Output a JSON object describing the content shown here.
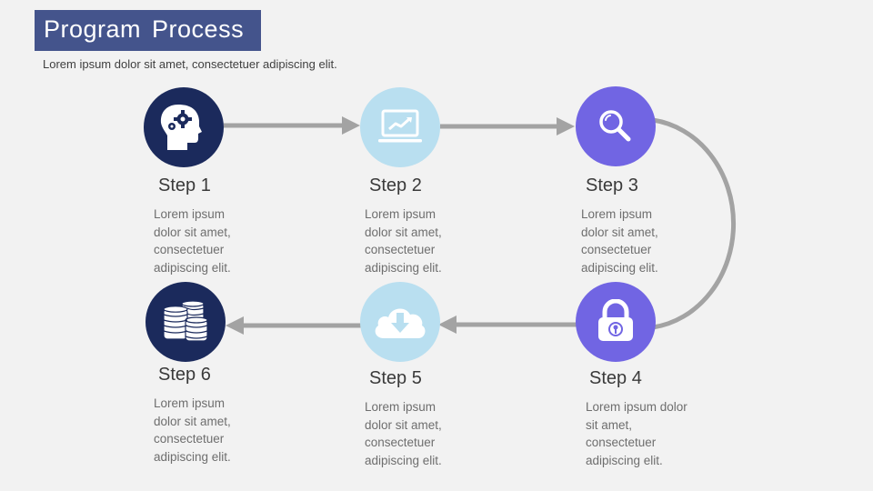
{
  "header": {
    "title": "Program  Process",
    "subtitle": "Lorem ipsum dolor sit amet, consectetuer adipiscing elit."
  },
  "colors": {
    "title_bg": "#44548c",
    "dark_navy": "#1b2a5c",
    "light_blue": "#b9dff0",
    "purple": "#7165e3",
    "connector_gray": "#a3a3a3",
    "background": "#f2f2f2"
  },
  "steps": [
    {
      "label": "Step 1",
      "description": "Lorem ipsum\ndolor sit amet,\nconsectetuer\nadipiscing elit.",
      "icon": "head-gears-icon"
    },
    {
      "label": "Step 2",
      "description": "Lorem ipsum\ndolor sit amet,\nconsectetuer\nadipiscing elit.",
      "icon": "laptop-chart-icon"
    },
    {
      "label": "Step 3",
      "description": "Lorem ipsum\ndolor sit amet,\nconsectetuer\nadipiscing elit.",
      "icon": "magnifier-icon"
    },
    {
      "label": "Step 4",
      "description": "Lorem ipsum dolor\nsit amet,\nconsectetuer\nadipiscing elit.",
      "icon": "padlock-icon"
    },
    {
      "label": "Step 5",
      "description": "Lorem ipsum\ndolor sit amet,\nconsectetuer\nadipiscing elit.",
      "icon": "cloud-download-icon"
    },
    {
      "label": "Step 6",
      "description": "Lorem ipsum\ndolor sit amet,\nconsectetuer\nadipiscing elit.",
      "icon": "coin-stacks-icon"
    }
  ]
}
